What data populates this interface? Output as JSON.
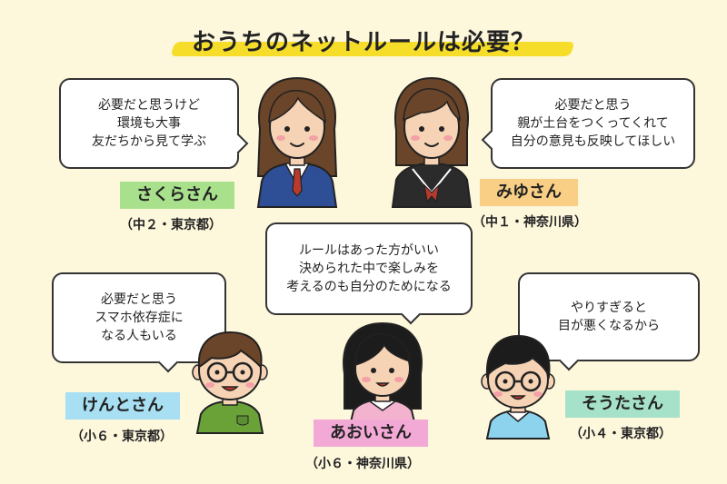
{
  "title": "おうちのネットルールは必要？",
  "colors": {
    "background": "#fdf7dc",
    "title_marker": "#f6dd2a",
    "sakura_label": "#a8e08c",
    "miyu_label": "#f8cf85",
    "kento_label": "#a8dff2",
    "aoi_label": "#f2a9d6",
    "souta_label": "#a6e2c9"
  },
  "people": {
    "sakura": {
      "name": "さくらさん",
      "meta": "（中２・東京都）",
      "lines": [
        "必要だと思うけど",
        "環境も大事",
        "友だちから見て学ぶ"
      ]
    },
    "miyu": {
      "name": "みゆさん",
      "meta": "（中１・神奈川県）",
      "lines": [
        "必要だと思う",
        "親が土台をつくってくれて",
        "自分の意見も反映してほしい"
      ]
    },
    "kento": {
      "name": "けんとさん",
      "meta": "（小６・東京都）",
      "lines": [
        "必要だと思う",
        "スマホ依存症に",
        "なる人もいる"
      ]
    },
    "aoi": {
      "name": "あおいさん",
      "meta": "（小６・神奈川県）",
      "lines": [
        "ルールはあった方がいい",
        "決められた中で楽しみを",
        "考えるのも自分のためになる"
      ]
    },
    "souta": {
      "name": "そうたさん",
      "meta": "（小４・東京都）",
      "lines": [
        "やりすぎると",
        "目が悪くなるから"
      ]
    }
  }
}
